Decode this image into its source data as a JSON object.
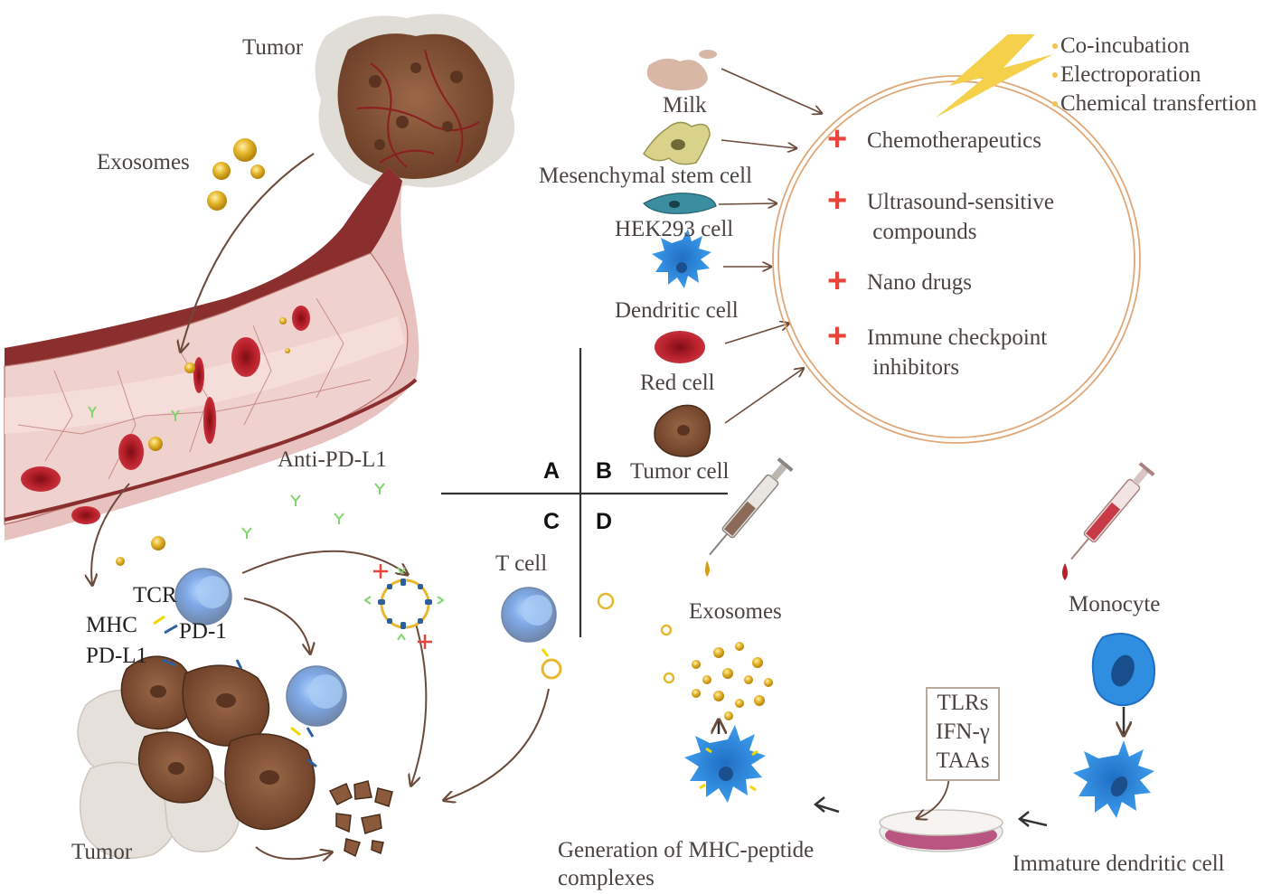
{
  "panel_labels": [
    "A",
    "B",
    "C",
    "D"
  ],
  "panel_a": {
    "tumor_label": "Tumor",
    "exosomes_label": "Exosomes",
    "anti_pdl1_label": "Anti-PD-L1"
  },
  "panel_b": {
    "sources": [
      "Milk",
      "Mesenchymal stem cell",
      "HEK293 cell",
      "Dendritic cell",
      "Red cell",
      "Tumor cell"
    ],
    "loading_methods": [
      "Co-incubation",
      "Electroporation",
      "Chemical transfertion"
    ],
    "payloads": [
      "Chemotherapeutics",
      "Ultrasound-sensitive\n compounds",
      "Nano drugs",
      "Immune checkpoint\n inhibitors"
    ]
  },
  "panel_c": {
    "tcr_label": "TCR",
    "mhc_label": "MHC",
    "pd1_label": "PD-1",
    "pdl1_label": "PD-L1",
    "tumor_label": "Tumor",
    "tcell_label": "T cell"
  },
  "panel_d": {
    "exosomes_label": "Exosomes",
    "monocyte_label": "Monocyte",
    "stimuli": [
      "TLRs",
      "IFN-γ",
      "TAAs"
    ],
    "immature_dc_label": "Immature dendritic cell",
    "mhc_generation_label": "Generation of MHC-peptide\ncomplexes"
  },
  "colors": {
    "text": "#4a4340",
    "arrow": "#6b4a3a",
    "vessel_wall": "#8a2e2e",
    "rbc": "#b5202a",
    "tumor_brown": "#8b5a3c",
    "exosome_gold": "#d4a017",
    "dc_blue": "#2f8ee0",
    "tcell_blue": "#8fb0d6",
    "plus_red": "#e8443a",
    "circle_orange": "#e0a878",
    "lightning": "#f5d04a",
    "antibody_green": "#7fd66a"
  }
}
